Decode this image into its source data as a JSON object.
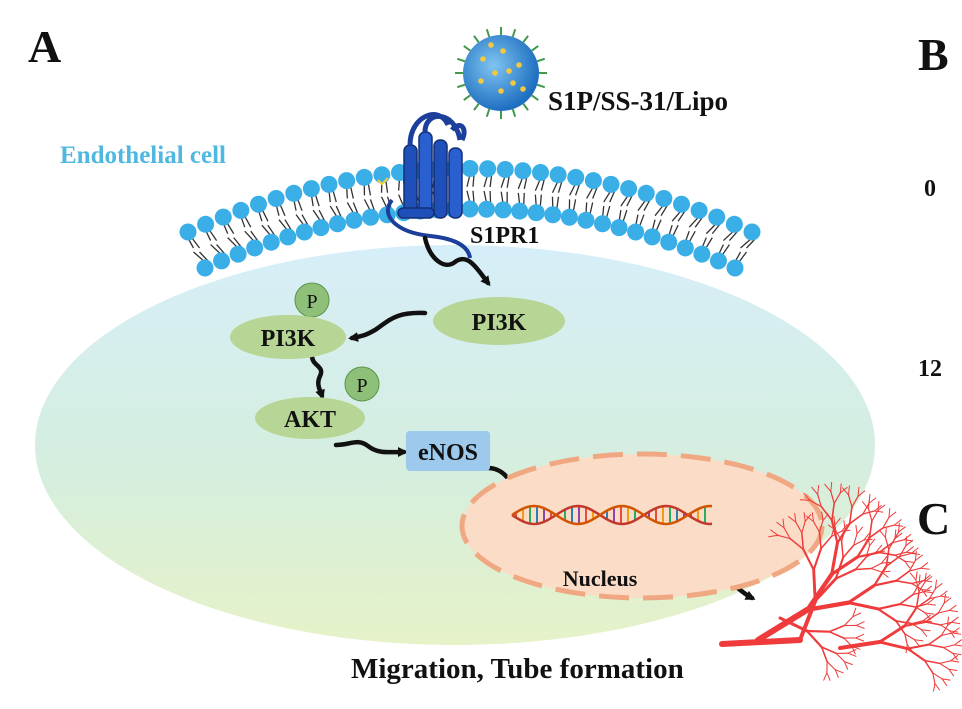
{
  "panels": {
    "a": "A",
    "b": "B",
    "c": "C"
  },
  "panel_b_ticks": {
    "t0": "0",
    "t12": "12"
  },
  "nanoparticle_label": "S1P/SS-31/Lipo",
  "cell_label": "Endothelial cell",
  "receptor_label": "S1PR1",
  "pathway": {
    "pi3k_upper": "PI3K",
    "pi3k_lower": "PI3K",
    "phospho_1": "P",
    "akt": "AKT",
    "phospho_2": "P",
    "enos": "eNOS"
  },
  "nucleus_label": "Nucleus",
  "outcome_label": "Migration, Tube formation",
  "colors": {
    "cell_label": "#4fb8e0",
    "membrane_head": "#3aaee6",
    "receptor": "#1c3f9c",
    "enzyme_fill": "#b7d594",
    "enos_fill": "#9cc9ec",
    "nucleus_fill": "#fbdcc7",
    "nucleus_border": "#f0a882",
    "vessels": "#ef3b3b"
  }
}
